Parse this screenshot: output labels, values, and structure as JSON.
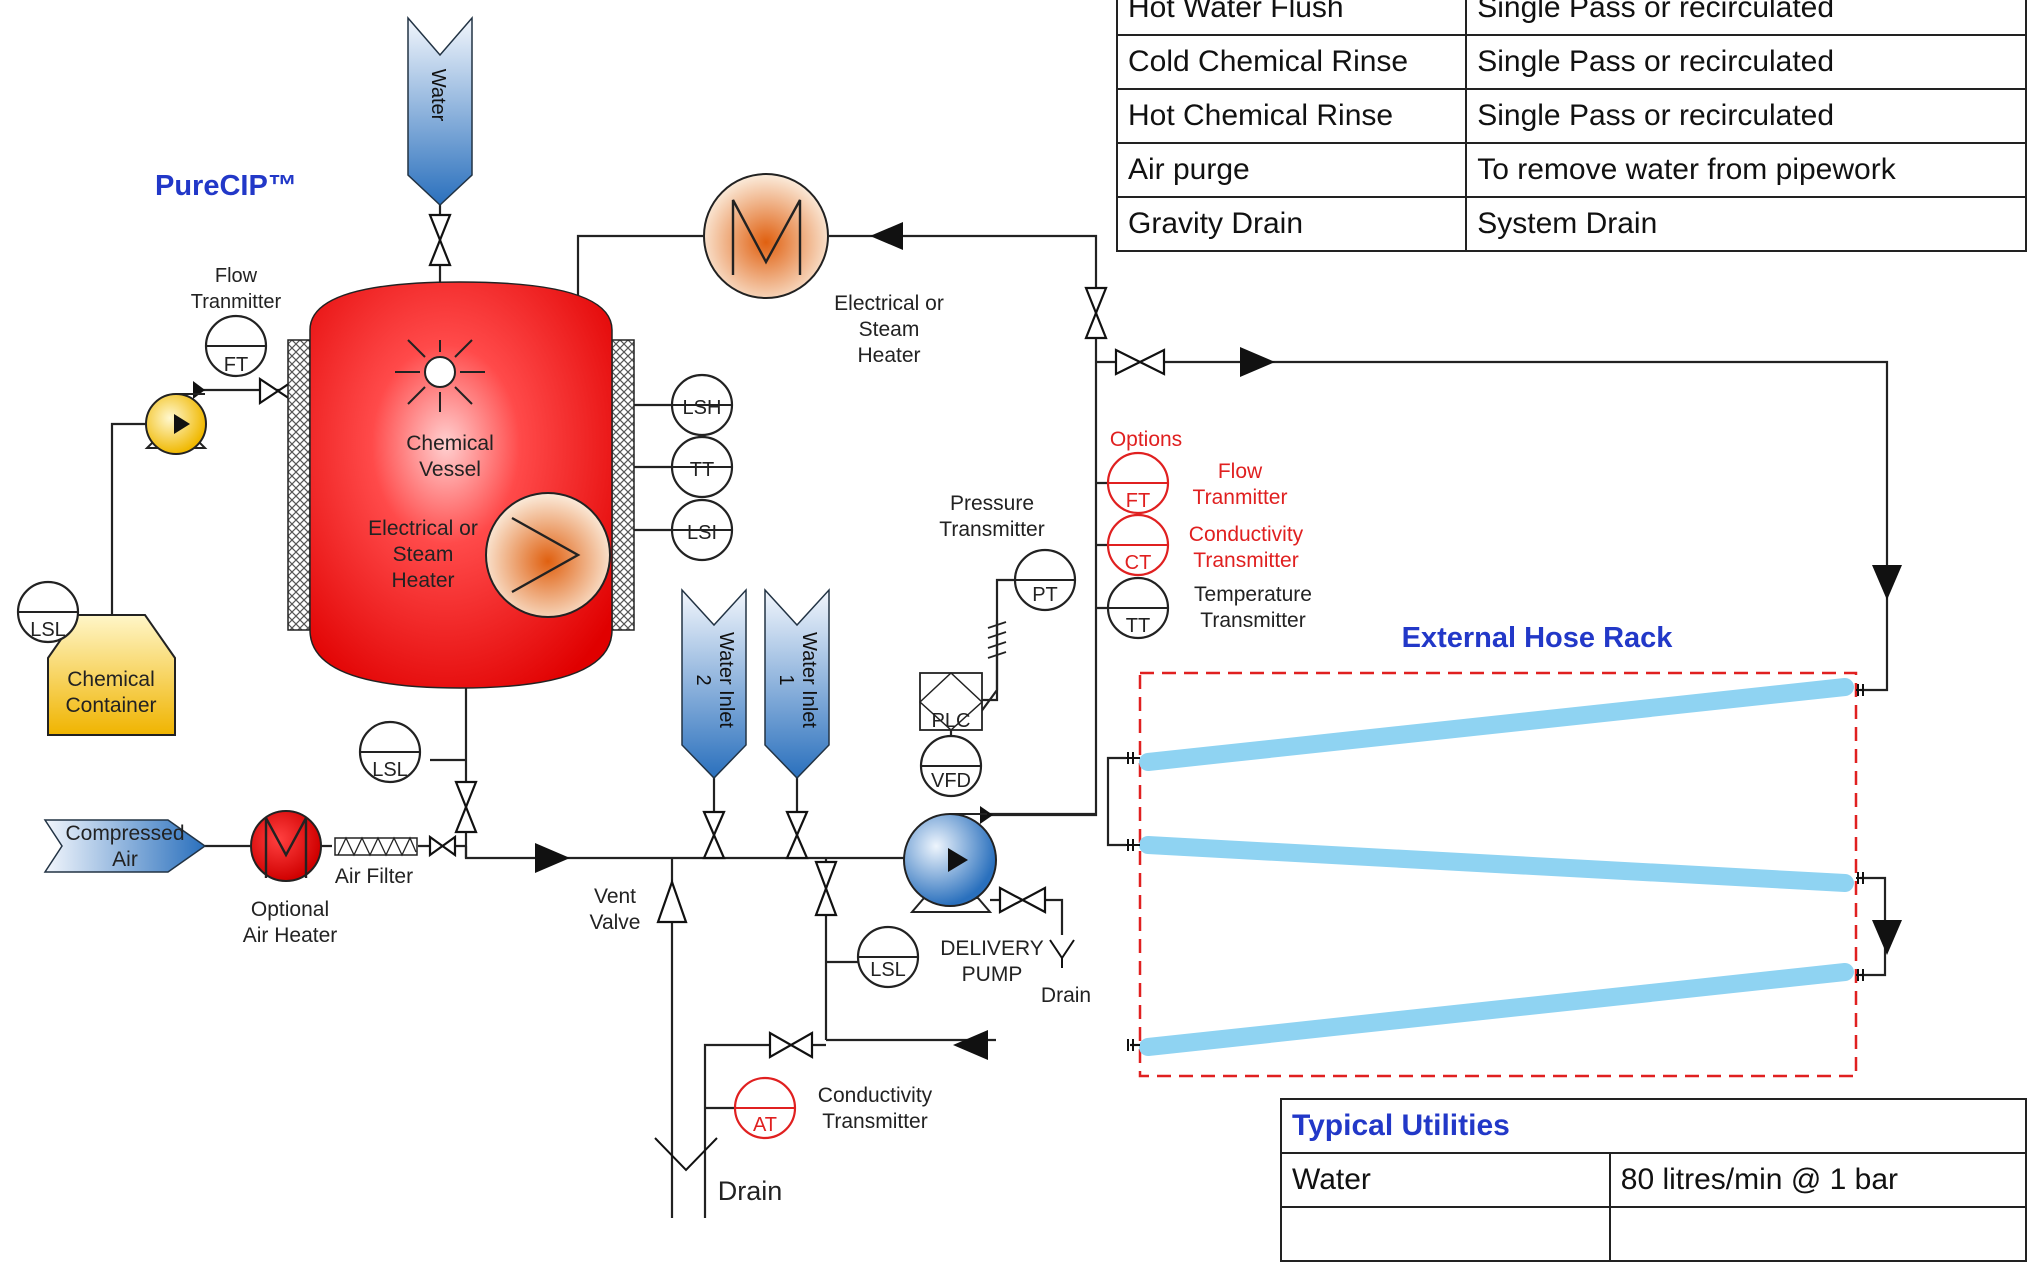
{
  "title": "PureCIP™",
  "hose_rack": "External Hose Rack",
  "mode_table": [
    {
      "step": "Hot Water Flush",
      "desc": "Single Pass or recirculated"
    },
    {
      "step": "Cold Chemical Rinse",
      "desc": "Single Pass or recirculated"
    },
    {
      "step": "Hot Chemical Rinse",
      "desc": "Single Pass or recirculated"
    },
    {
      "step": "Air purge",
      "desc": "To remove water from pipework"
    },
    {
      "step": "Gravity Drain",
      "desc": "System Drain"
    }
  ],
  "utilities": {
    "title": "Typical Utilities",
    "rows": [
      {
        "name": "Water",
        "value": "80 litres/min @ 1 bar"
      }
    ]
  },
  "labels": {
    "water": "Water",
    "flow_tx": [
      "Flow",
      "Tranmitter"
    ],
    "ft": "FT",
    "lsl": "LSL",
    "lsh": "LSH",
    "tt": "TT",
    "lsi": "LSI",
    "pt": "PT",
    "ct": "CT",
    "at": "AT",
    "plc": "PLC",
    "vfd": "VFD",
    "chem_container": [
      "Chemical",
      "Container"
    ],
    "chem_vessel": [
      "Chemical",
      "Vessel"
    ],
    "vessel_heater": [
      "Electrical or",
      "Steam",
      "Heater"
    ],
    "top_heater": [
      "Electrical or",
      "Steam",
      "Heater"
    ],
    "compressed_air": [
      "Compressed",
      "Air"
    ],
    "optional_heater": [
      "Optional",
      "Air Heater"
    ],
    "air_filter": "Air Filter",
    "vent_valve": [
      "Vent",
      "Valve"
    ],
    "water_inlet_2": [
      "Water Inlet",
      "2"
    ],
    "water_inlet_1": [
      "Water Inlet",
      "1"
    ],
    "delivery_pump": [
      "DELIVERY",
      "PUMP"
    ],
    "drain": "Drain",
    "pressure_tx": [
      "Pressure",
      "Transmitter"
    ],
    "options": "Options",
    "opt_flow": [
      "Flow",
      "Tranmitter"
    ],
    "opt_cond": [
      "Conductivity",
      "Transmitter"
    ],
    "temp_tx": [
      "Temperature",
      "Transmitter"
    ],
    "cond_tx": [
      "Conductivity",
      "Transmitter"
    ]
  },
  "colors": {
    "title_blue": "#2238c8",
    "option_red": "#e02020",
    "vessel_red": "#ee1111",
    "hose_blue": "#8fd3f2",
    "hose_rack_border": "#e02020",
    "container_yellow": "#f5c418",
    "water_blue": "#2f78c0"
  }
}
